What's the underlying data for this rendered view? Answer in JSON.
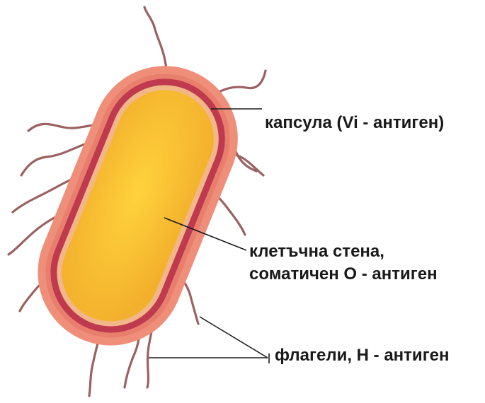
{
  "labels": {
    "capsule": "капсула (Vi - антиген)",
    "cell_wall_line1": "клетъчна стена,",
    "cell_wall_line2": "соматичен О - антиген",
    "flagella": "флагели, Н - антиген"
  },
  "colors": {
    "capsule": "#ef8f7a",
    "capsule_edge": "#e77966",
    "cell_wall": "#c03a4f",
    "inner_ring": "#f1b789",
    "cytoplasm": "#f5b72f",
    "cytoplasm_light": "#ffd23c",
    "flagella": "#9b6160",
    "leader_line": "#1a1a1a",
    "text": "#1a1a1a"
  }
}
